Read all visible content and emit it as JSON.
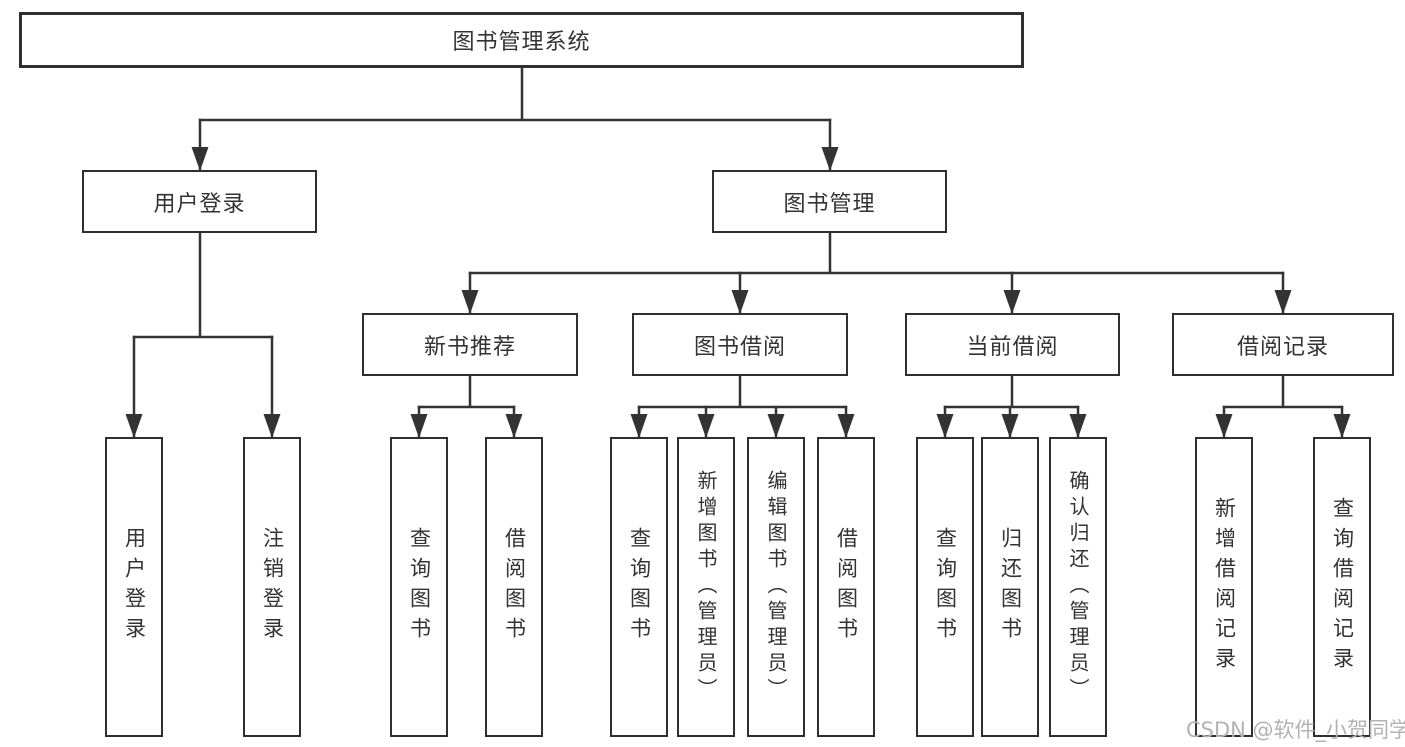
{
  "tree": {
    "label": "图书管理系统",
    "children": [
      {
        "label": "用户登录",
        "children": [
          {
            "label": "用户登录"
          },
          {
            "label": "注销登录"
          }
        ]
      },
      {
        "label": "图书管理",
        "children": [
          {
            "label": "新书推荐",
            "children": [
              {
                "label": "查询图书"
              },
              {
                "label": "借阅图书"
              }
            ]
          },
          {
            "label": "图书借阅",
            "children": [
              {
                "label": "查询图书"
              },
              {
                "label": "新增图书（管理员）"
              },
              {
                "label": "编辑图书（管理员）"
              },
              {
                "label": "借阅图书"
              }
            ]
          },
          {
            "label": "当前借阅",
            "children": [
              {
                "label": "查询图书"
              },
              {
                "label": "归还图书"
              },
              {
                "label": "确认归还（管理员）"
              }
            ]
          },
          {
            "label": "借阅记录",
            "children": [
              {
                "label": "新增借阅记录"
              },
              {
                "label": "查询借阅记录"
              }
            ]
          }
        ]
      }
    ]
  },
  "watermark": "CSDN @软件_小贺同学",
  "colors": {
    "line": "#333333",
    "box_border": "#2f2f2f",
    "text": "#333333",
    "watermark": "#b3b3b3",
    "background": "#ffffff"
  }
}
